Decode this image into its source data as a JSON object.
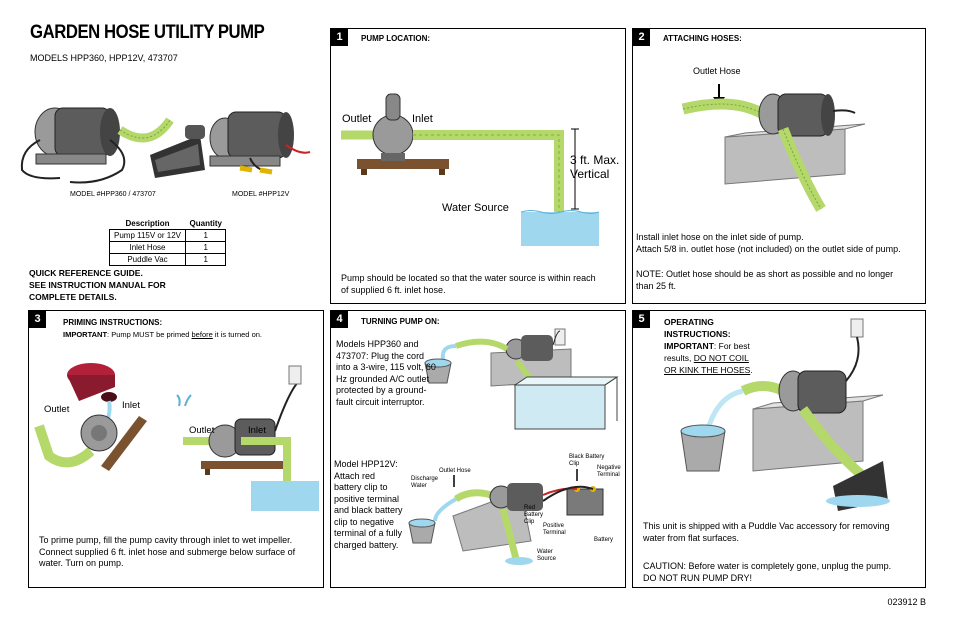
{
  "header": {
    "title": "GARDEN HOSE UTILITY PUMP",
    "models": "MODELS HPP360, HPP12V, 473707"
  },
  "model_captions": {
    "left": "MODEL #HPP360 / 473707",
    "right": "MODEL #HPP12V"
  },
  "parts_table": {
    "headers": [
      "Description",
      "Quantity"
    ],
    "rows": [
      [
        "Pump 115V or 12V",
        "1"
      ],
      [
        "Inlet Hose",
        "1"
      ],
      [
        "Puddle Vac",
        "1"
      ]
    ]
  },
  "quick_reference": [
    "QUICK REFERENCE GUIDE.",
    "SEE INSTRUCTION MANUAL FOR",
    "COMPLETE DETAILS."
  ],
  "panels": {
    "p1": {
      "number": "1",
      "title": "PUMP LOCATION:",
      "outlet": "Outlet",
      "inlet": "Inlet",
      "vertical_line1": "3 ft. Max.",
      "vertical_line2": "Vertical",
      "water_source": "Water Source",
      "body": [
        "Pump should be located so that the water source is within reach",
        "of supplied 6 ft. inlet hose."
      ]
    },
    "p2": {
      "number": "2",
      "title": "ATTACHING HOSES:",
      "outlet_hose": "Outlet Hose",
      "body1": [
        "Install inlet hose on the inlet side of pump.",
        "Attach 5/8 in. outlet hose (not included) on the outlet side of pump."
      ],
      "body2": [
        "NOTE: Outlet hose should be as short as possible and no longer",
        "than 25 ft."
      ]
    },
    "p3": {
      "number": "3",
      "title": "PRIMING INSTRUCTIONS:",
      "important_label": "IMPORTANT",
      "important_pre": ": Pump MUST be primed ",
      "important_underlined": "before",
      "important_post": " it is turned on.",
      "outlet_a": "Outlet",
      "inlet_a": "Inlet",
      "outlet_b": "Outlet",
      "inlet_b": "Inlet",
      "body": [
        "To prime pump, fill the pump cavity through inlet to wet impeller.",
        "Connect supplied 6 ft. inlet hose and submerge below surface of",
        "water. Turn on pump."
      ]
    },
    "p4": {
      "number": "4",
      "title": "TURNING PUMP ON:",
      "text_a": [
        "Models HPP360 and",
        "473707: Plug the cord",
        "into a 3-wire, 115 volt, 60",
        "Hz grounded A/C outlet",
        "protected by a ground-",
        "fault circuit interruptor."
      ],
      "text_b": [
        "Model HPP12V:",
        "Attach red",
        "battery clip to",
        "positive terminal",
        "and black battery",
        "clip to negative",
        "terminal of a fully",
        "charged battery."
      ],
      "labels": {
        "outlet_hose": "Outlet Hose",
        "discharge": [
          "Discharge",
          "Water"
        ],
        "black_clip": [
          "Black Battery",
          "Clip"
        ],
        "negative": [
          "Negative",
          "Terminal"
        ],
        "red_clip": [
          "Red",
          "Battery",
          "Clip"
        ],
        "positive": [
          "Positive",
          "Terminal"
        ],
        "battery": "Battery",
        "water_source": [
          "Water",
          "Source"
        ]
      }
    },
    "p5": {
      "number": "5",
      "title_line1": "OPERATING",
      "title_line2": "INSTRUCTIONS:",
      "important_label": "IMPORTANT",
      "important_rest": ": For best",
      "line_b": "results, ",
      "underline_1": "DO NOT COIL",
      "underline_2": "OR KINK THE HOSES",
      "period": ".",
      "body1": [
        "This unit is shipped with a Puddle Vac accessory for removing",
        "water from flat surfaces."
      ],
      "body2": [
        "CAUTION: Before water is completely gone, unplug the pump.",
        "DO NOT RUN PUMP DRY!"
      ]
    }
  },
  "doc_number": "023912 B",
  "colors": {
    "hose_green": "#b5d86a",
    "water_blue": "#9fd8ee",
    "pump_gray": "#6f6f6f",
    "bucket_red": "#b3203a"
  }
}
